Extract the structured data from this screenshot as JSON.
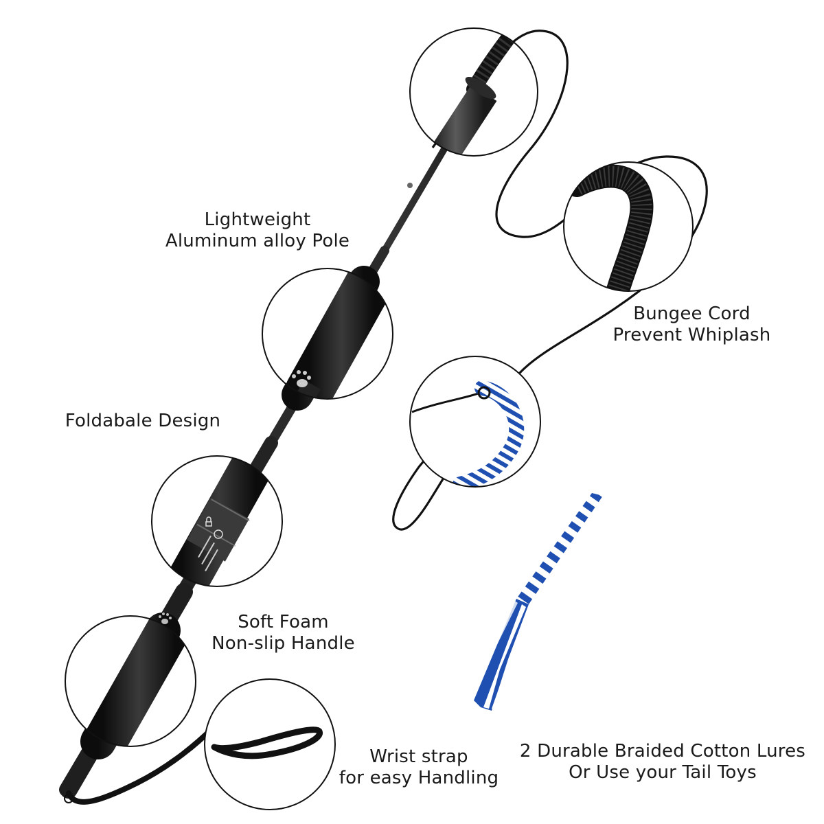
{
  "captions": {
    "pole": {
      "line1": "Lightweight",
      "line2": "Aluminum alloy Pole"
    },
    "bungee": {
      "line1": "Bungee Cord",
      "line2": "Prevent Whiplash"
    },
    "foldable": {
      "line1": "Foldabale Design"
    },
    "handle": {
      "line1": "Soft Foam",
      "line2": "Non-slip Handle"
    },
    "strap": {
      "line1": "Wrist strap",
      "line2": "for easy Handling"
    },
    "lures": {
      "line1": "2 Durable Braided Cotton Lures",
      "line2": "Or Use your Tail Toys"
    }
  },
  "colors": {
    "pole": "#2b2b2b",
    "foam": "#151515",
    "cord": "#111111",
    "lure_blue": "#1f4fb0",
    "lure_white": "#ffffff",
    "circle_outline": "#111111"
  }
}
